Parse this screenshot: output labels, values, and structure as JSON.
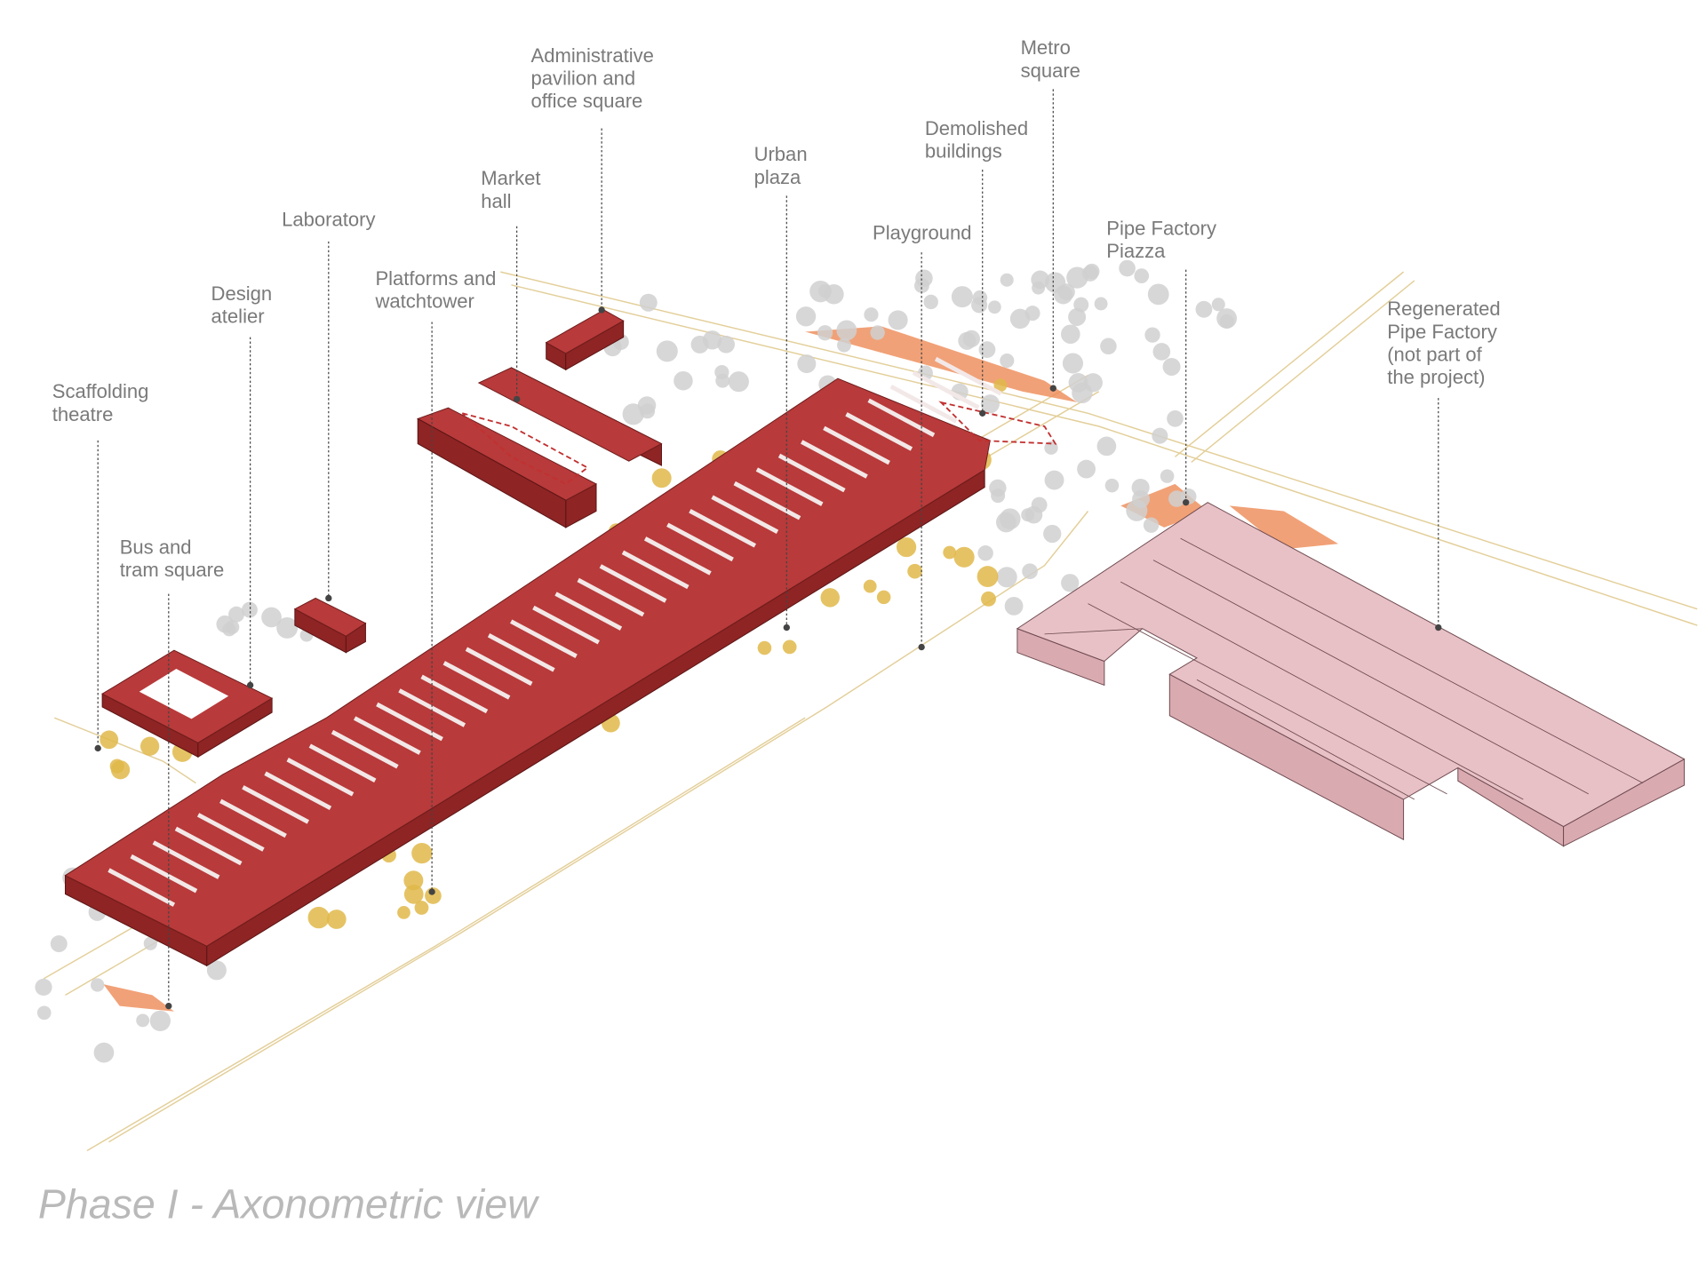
{
  "title": "Phase I - Axonometric view",
  "labels": [
    {
      "id": "administrative",
      "lines": [
        "Administrative",
        "pavilion and",
        "office square"
      ]
    },
    {
      "id": "metro",
      "lines": [
        "Metro",
        "square"
      ]
    },
    {
      "id": "demolished",
      "lines": [
        "Demolished",
        "buildings"
      ]
    },
    {
      "id": "urban-plaza",
      "lines": [
        "Urban",
        "plaza"
      ]
    },
    {
      "id": "market-hall",
      "lines": [
        "Market",
        "hall"
      ]
    },
    {
      "id": "playground",
      "lines": [
        "Playground"
      ]
    },
    {
      "id": "pipe-factory-piazza",
      "lines": [
        "Pipe Factory",
        "Piazza"
      ]
    },
    {
      "id": "laboratory",
      "lines": [
        "Laboratory"
      ]
    },
    {
      "id": "design-atelier",
      "lines": [
        "Design",
        "atelier"
      ]
    },
    {
      "id": "platforms",
      "lines": [
        "Platforms and",
        "watchtower"
      ]
    },
    {
      "id": "scaffolding",
      "lines": [
        "Scaffolding",
        "theatre"
      ]
    },
    {
      "id": "regenerated",
      "lines": [
        "Regenerated",
        "Pipe Factory",
        "(not part of",
        "the project)"
      ]
    },
    {
      "id": "bus-tram",
      "lines": [
        "Bus and",
        "tram square"
      ]
    }
  ],
  "colors": {
    "project_building": "#b83a3a",
    "existing_building": "#e7c1c6",
    "landscape": "#e0b84a",
    "trees": "#cfcfcf",
    "demolished": "#c23030"
  }
}
